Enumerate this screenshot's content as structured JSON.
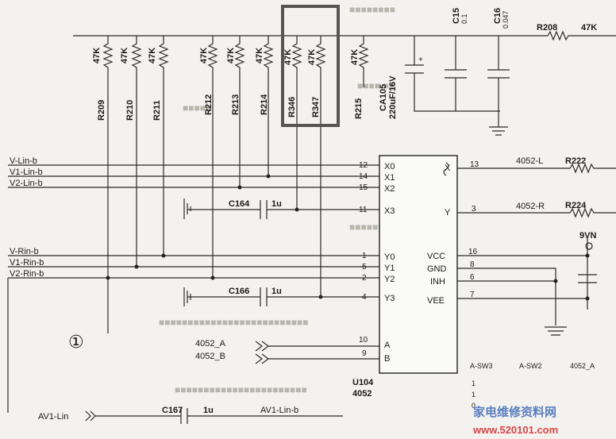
{
  "resistors": [
    {
      "ref": "R209",
      "value": "47K"
    },
    {
      "ref": "R210",
      "value": "47K"
    },
    {
      "ref": "R211",
      "value": "47K"
    },
    {
      "ref": "R212",
      "value": "47K"
    },
    {
      "ref": "R213",
      "value": "47K"
    },
    {
      "ref": "R214",
      "value": "47K"
    },
    {
      "ref": "R346",
      "value": "47K"
    },
    {
      "ref": "R347",
      "value": "47K"
    },
    {
      "ref": "R215",
      "value": "47K"
    }
  ],
  "top_right": {
    "r208_ref": "R208",
    "r208_value": "47K",
    "cap_a_ref": "C15",
    "cap_a_value": "0.1",
    "cap_b_ref": "C16",
    "cap_b_value": "0.047"
  },
  "electrolytic": {
    "ref": "CA105",
    "value": "220uF/16V"
  },
  "signals_in": [
    "V-Lin-b",
    "V1-Lin-b",
    "V2-Lin-b",
    "V-Rin-b",
    "V1-Rin-b",
    "V2-Rin-b"
  ],
  "chip": {
    "ref": "U104",
    "part": "4052",
    "left_pins": [
      {
        "num": "12",
        "name": "X0"
      },
      {
        "num": "14",
        "name": "X1"
      },
      {
        "num": "15",
        "name": "X2"
      },
      {
        "num": "11",
        "name": "X3"
      },
      {
        "num": "1",
        "name": "Y0"
      },
      {
        "num": "5",
        "name": "Y1"
      },
      {
        "num": "2",
        "name": "Y2"
      },
      {
        "num": "4",
        "name": "Y3"
      },
      {
        "num": "10",
        "name": "A"
      },
      {
        "num": "9",
        "name": "B"
      }
    ],
    "right_pins": [
      {
        "num": "13",
        "name": "X"
      },
      {
        "num": "3",
        "name": "Y"
      },
      {
        "num": "16",
        "name": "VCC"
      },
      {
        "num": "8",
        "name": "GND"
      },
      {
        "num": "6",
        "name": "INH"
      },
      {
        "num": "7",
        "name": "VEE"
      }
    ]
  },
  "capacitors": [
    {
      "ref": "C164",
      "value": "1u"
    },
    {
      "ref": "C166",
      "value": "1u"
    },
    {
      "ref": "C167",
      "value": "1u"
    }
  ],
  "outputs": [
    {
      "net": "4052-L",
      "ref": "R222"
    },
    {
      "net": "4052-R",
      "ref": "R224"
    }
  ],
  "power": "9VN",
  "control_inputs": [
    "4052_A",
    "4052_B"
  ],
  "circle_marker": "①",
  "av_input": {
    "port": "AV1-Lin",
    "net": "AV1-Lin-b"
  },
  "truth_table": {
    "headers": [
      "A-SW3",
      "A-SW2",
      "4052_A"
    ],
    "col0": [
      "1",
      "1",
      "0"
    ]
  },
  "watermark": {
    "cn": "家电维修资料网",
    "url": "www.520101.com"
  }
}
